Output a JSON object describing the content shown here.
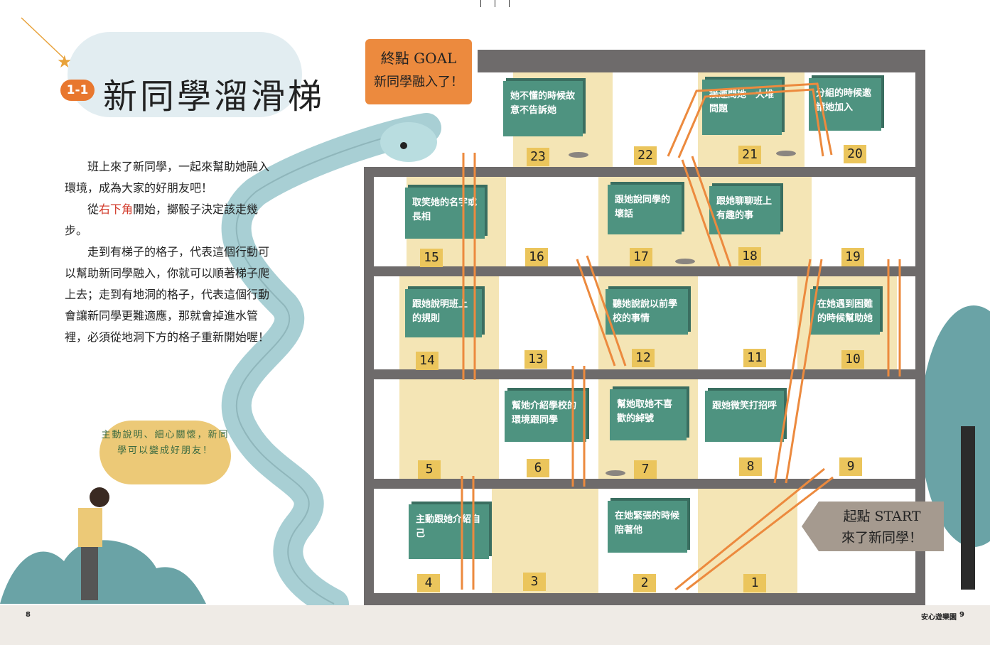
{
  "title": {
    "badge": "1-1",
    "text": "新同學溜滑梯"
  },
  "intro": {
    "p1": "班上來了新同學，一起來幫助她融入環境，成為大家的好朋友吧！",
    "p2_before": "從",
    "p2_highlight": "右下角",
    "p2_after": "開始，擲骰子決定該走幾步。",
    "p3": "走到有梯子的格子，代表這個行動可以幫助新同學融入，你就可以順著梯子爬上去；走到有地洞的格子，代表這個行動會讓新同學更難適應，那就會掉進水管裡，必須從地洞下方的格子重新開始喔！"
  },
  "bubble": "主動說明、細心關懷，新同學可以變成好朋友！",
  "goal_sign": {
    "line1": "終點 GOAL",
    "line2": "新同學融入了！"
  },
  "start_sign": {
    "line1": "起點 START",
    "line2": "來了新同學！"
  },
  "cells": {
    "n1": "1",
    "n2": "2",
    "n3": "3",
    "n4": "4",
    "n5": "5",
    "n6": "6",
    "n7": "7",
    "n8": "8",
    "n9": "9",
    "n10": "10",
    "n11": "11",
    "n12": "12",
    "n13": "13",
    "n14": "14",
    "n15": "15",
    "n16": "16",
    "n17": "17",
    "n18": "18",
    "n19": "19",
    "n20": "20",
    "n21": "21",
    "n22": "22",
    "n23": "23"
  },
  "boards": {
    "b2": "在她緊張的時候陪著他",
    "b4": "主動跟她介紹自己",
    "b6": "幫她介紹學校的環境跟同學",
    "b7": "幫她取她不喜歡的綽號",
    "b8": "跟她微笑打招呼",
    "b10": "在她遇到困難的時候幫助她",
    "b12": "聽她說說以前學校的事情",
    "b14": "跟她說明班上的規則",
    "b15": "取笑她的名字或長相",
    "b17": "跟她說同學的壞話",
    "b18": "跟她聊聊班上有趣的事",
    "b20": "分組的時候邀請她加入",
    "b21": "接連問她一大堆問題",
    "b23": "她不懂的時候故意不告訴她"
  },
  "footer": {
    "left_page": "8",
    "right_label": "安心遊樂園",
    "right_page": "9"
  },
  "colors": {
    "orange": "#e8772e",
    "board": "#4e9380",
    "slab": "#6e6b6b",
    "wall": "#f4e5b5",
    "slide": "#a8cfd4"
  }
}
